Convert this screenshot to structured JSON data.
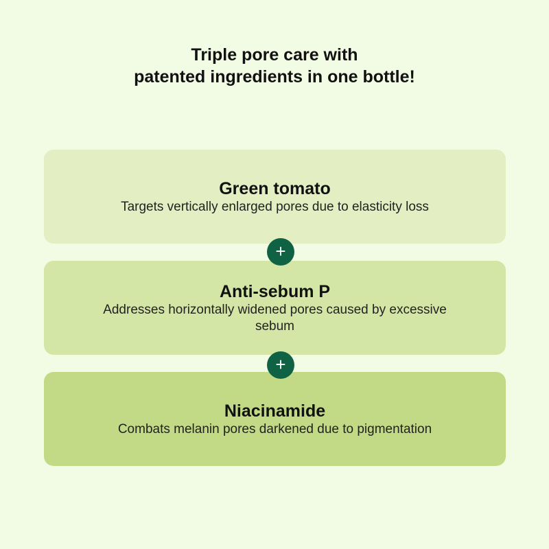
{
  "title": [
    "Triple pore care with",
    "patented ingredients in one bottle!"
  ],
  "cards": [
    {
      "name": "Green tomato",
      "desc": "Targets vertically enlarged pores due to elasticity loss",
      "color": "#e3eec3"
    },
    {
      "name": "Anti-sebum P",
      "desc": "Addresses horizontally widened pores caused by excessive sebum",
      "color": "#d4e6a6"
    },
    {
      "name": "Niacinamide",
      "desc": "Combats melanin pores darkened due to pigmentation",
      "color": "#c2da85"
    }
  ],
  "plus": "+"
}
